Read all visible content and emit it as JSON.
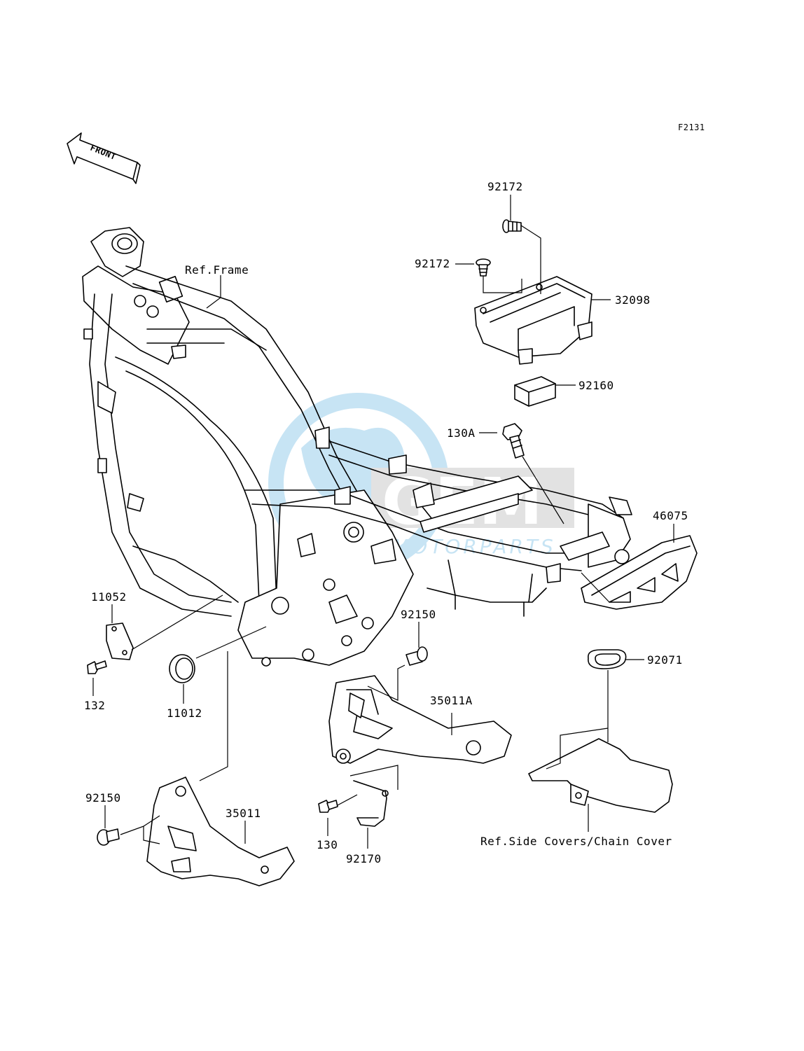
{
  "diagram": {
    "figure_code": "F2131",
    "front_label": "FRONT",
    "watermark": {
      "brand": "GEM",
      "tagline": "MOTORPARTS"
    },
    "callouts": {
      "ref_frame": "Ref.Frame",
      "ref_side_covers": "Ref.Side Covers/Chain Cover",
      "p92172_top": "92172",
      "p92172_mid": "92172",
      "p32098": "32098",
      "p92160": "92160",
      "p130A": "130A",
      "p46075": "46075",
      "p11052": "11052",
      "p132": "132",
      "p11012": "11012",
      "p92150_center": "92150",
      "p35011A": "35011A",
      "p92071": "92071",
      "p92150_left": "92150",
      "p35011": "35011",
      "p130": "130",
      "p92170": "92170"
    },
    "colors": {
      "line": "#000000",
      "background": "#ffffff",
      "watermark_blue": "#3aa0d8",
      "watermark_gray": "#8a8a8a"
    }
  }
}
